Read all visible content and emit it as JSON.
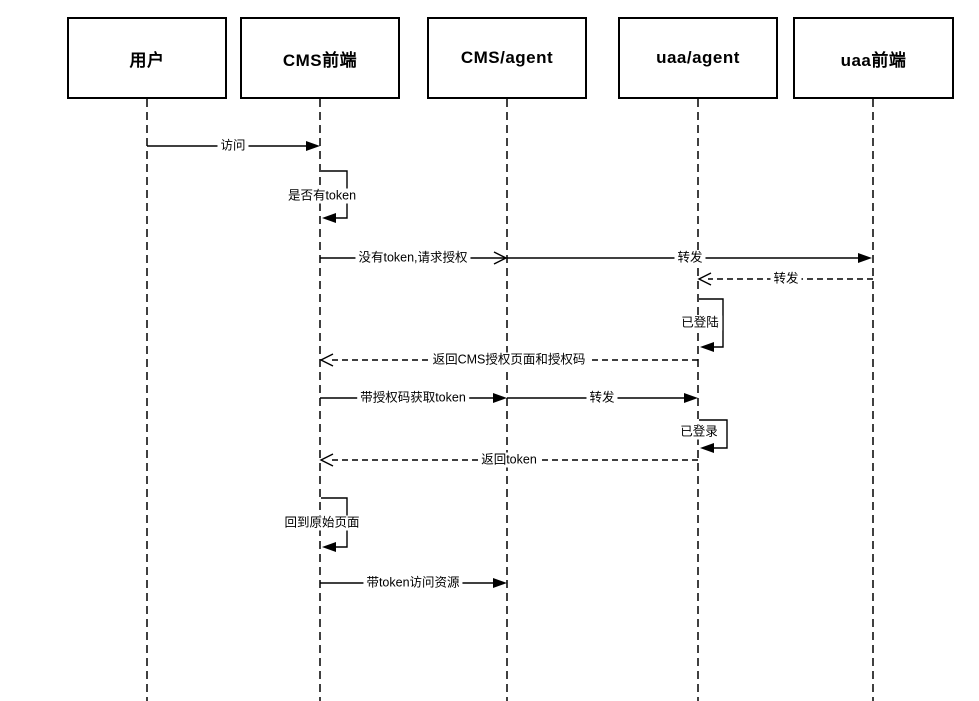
{
  "diagram_type": "sequence-diagram",
  "colors": {
    "background": "#ffffff",
    "line": "#000000",
    "text": "#000000"
  },
  "participants": [
    {
      "label": "用户"
    },
    {
      "label": "CMS前端"
    },
    {
      "label": "CMS/agent"
    },
    {
      "label": "uaa/agent"
    },
    {
      "label": "uaa前端"
    }
  ],
  "messages": [
    {
      "label": "访问",
      "from": "用户",
      "to": "CMS前端",
      "line": "solid",
      "arrow": "filled"
    },
    {
      "label": "是否有token",
      "from": "CMS前端",
      "to": "CMS前端",
      "line": "self-loop",
      "arrow": "filled"
    },
    {
      "label": "没有token,请求授权",
      "from": "CMS前端",
      "to": "CMS/agent",
      "line": "solid",
      "arrow": "open"
    },
    {
      "label": "转发",
      "from": "CMS/agent",
      "to": "uaa前端",
      "line": "solid",
      "arrow": "filled"
    },
    {
      "label": "转发",
      "from": "uaa前端",
      "to": "uaa/agent",
      "line": "dashed",
      "arrow": "open"
    },
    {
      "label": "已登陆",
      "from": "uaa/agent",
      "to": "uaa/agent",
      "line": "self-loop",
      "arrow": "filled"
    },
    {
      "label": "返回CMS授权页面和授权码",
      "from": "uaa/agent",
      "to": "CMS前端",
      "line": "dashed",
      "arrow": "open"
    },
    {
      "label": "带授权码获取token",
      "from": "CMS前端",
      "to": "CMS/agent",
      "line": "solid",
      "arrow": "filled"
    },
    {
      "label": "转发",
      "from": "CMS/agent",
      "to": "uaa/agent",
      "line": "solid",
      "arrow": "filled"
    },
    {
      "label": "已登录",
      "from": "uaa/agent",
      "to": "uaa/agent",
      "line": "self-loop",
      "arrow": "filled"
    },
    {
      "label": "返回token",
      "from": "uaa/agent",
      "to": "CMS前端",
      "line": "dashed",
      "arrow": "open"
    },
    {
      "label": "回到原始页面",
      "from": "CMS前端",
      "to": "CMS前端",
      "line": "self-loop",
      "arrow": "filled"
    },
    {
      "label": "带token访问资源",
      "from": "CMS前端",
      "to": "CMS/agent",
      "line": "solid",
      "arrow": "filled"
    }
  ]
}
